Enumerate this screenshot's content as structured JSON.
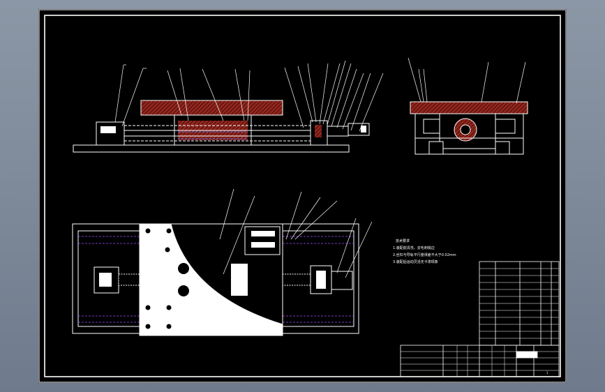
{
  "colors": {
    "background": "#000000",
    "line": "#ffffff",
    "hatch": "#b83024",
    "desktop_gradient_top": "#8c97a6",
    "desktop_gradient_bottom": "#6f7b8c"
  },
  "notes": {
    "heading": "技术要求",
    "line1": "1.装配前清洗，去毛刺锐边",
    "line2": "2.丝杠与导轨平行度误差不大于0.02mm",
    "line3": "3.装配后运动灵活无卡滞现象"
  },
  "title_block": {
    "sheet_number": "1"
  }
}
